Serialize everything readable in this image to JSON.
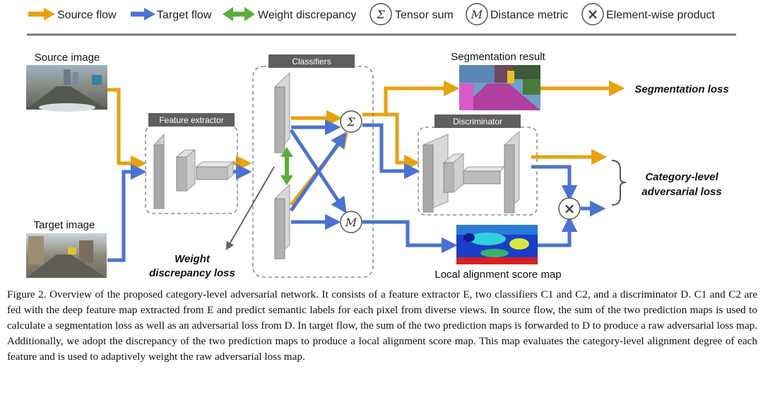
{
  "legend": {
    "source_flow": "Source flow",
    "target_flow": "Target flow",
    "weight_discrepancy": "Weight discrepancy",
    "tensor_sum_symbol": "Σ",
    "tensor_sum": "Tensor sum",
    "distance_metric_symbol": "M",
    "distance_metric": "Distance metric",
    "elementwise_symbol": "×",
    "elementwise_product": "Element-wise product"
  },
  "diagram": {
    "source_image": "Source image",
    "target_image": "Target image",
    "feature_extractor": "Feature extractor",
    "classifiers": "Classifiers",
    "discriminator": "Discriminator",
    "segmentation_result": "Segmentation result",
    "segmentation_loss": "Segmentation loss",
    "category_level_line1": "Category-level",
    "category_level_line2": "adversarial loss",
    "weight_discrepancy_line1": "Weight",
    "weight_discrepancy_line2": "discrepancy loss",
    "local_alignment": "Local alignment score map"
  },
  "colors": {
    "source": "#e8a20f",
    "target": "#4a72d1",
    "weight": "#5aae3a"
  },
  "caption": {
    "label": "Figure 2.",
    "text": "Overview of the proposed category-level adversarial network. It consists of a feature extractor E, two classifiers C1 and C2, and a discriminator D. C1 and C2 are fed with the deep feature map extracted from E and predict semantic labels for each pixel from diverse views. In source flow, the sum of the two prediction maps is used to calculate a segmentation loss as well as an adversarial loss from D. In target flow, the sum of the two prediction maps is forwarded to D to produce a raw adversarial loss map. Additionally, we adopt the discrepancy of the two prediction maps to produce a local alignment score map. This map evaluates the category-level alignment degree of each feature and is used to adaptively weight the raw adversarial loss map."
  }
}
